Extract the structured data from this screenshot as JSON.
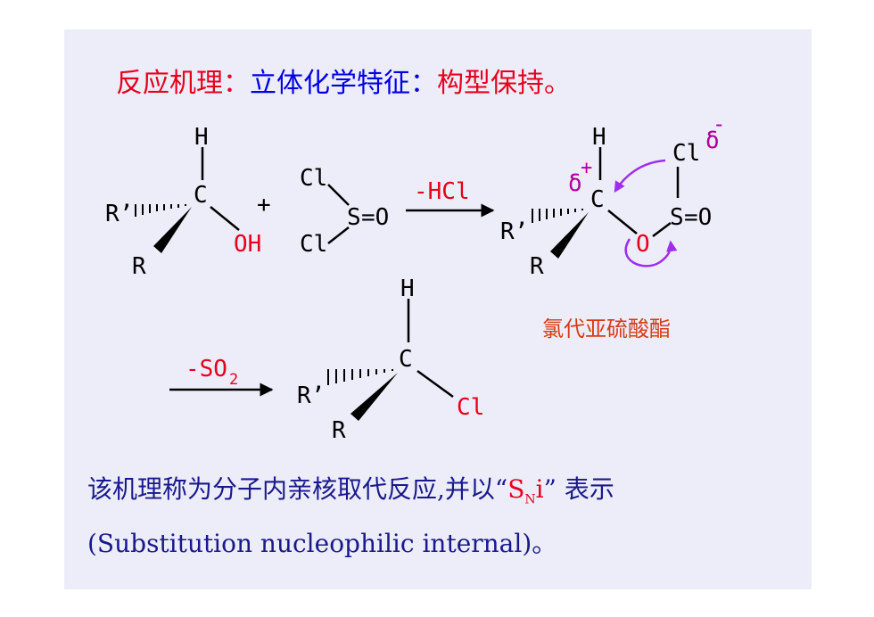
{
  "title": {
    "part1": "反应机理：",
    "part2": "立体化学特征：",
    "part3": "构型保持。"
  },
  "labels": {
    "H": "H",
    "C": "C",
    "R_prime": "R’",
    "R": "R",
    "OH": "OH",
    "Cl": "Cl",
    "S": "S",
    "O": "O",
    "eqO": "=O",
    "plus": "+",
    "minus_HCl": "-HCl",
    "minus_SO2": "-SO",
    "SO2_sub": "2",
    "delta": "δ",
    "delta_plus": "+",
    "delta_minus": "-",
    "ester_name": "氯代亚硫酸酯"
  },
  "caption": {
    "line1_a": "该机理称为分子内亲核取代反应,并以“",
    "sn_S": "S",
    "sn_N": "N",
    "sn_i": "i",
    "line1_b": "” 表示",
    "line2": "(Substitution nucleophilic internal)。"
  },
  "colors": {
    "background": "#ededfa",
    "red": "#e8001c",
    "blue": "#0000e6",
    "navy": "#19198c",
    "purple_arrow": "#a02cf0",
    "orange": "#d83a10"
  }
}
